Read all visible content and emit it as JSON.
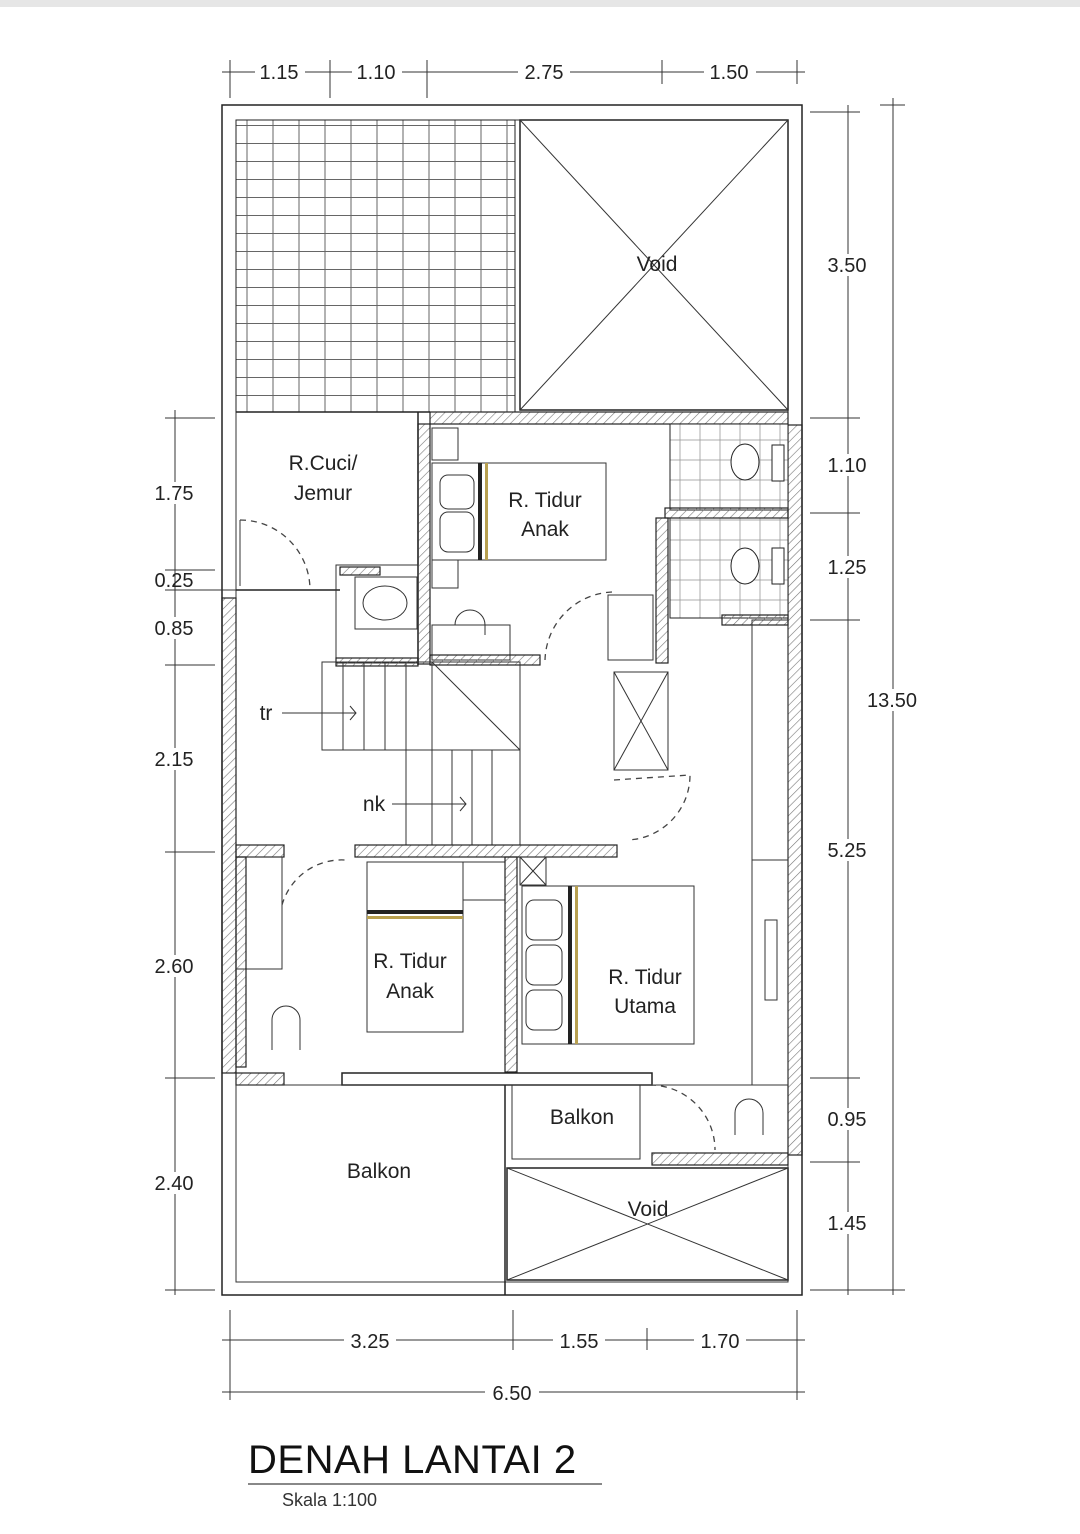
{
  "title": "DENAH LANTAI 2",
  "scale": "Skala 1:100",
  "rooms": {
    "void_top": "Void",
    "laundry_1": "R.Cuci/",
    "laundry_2": "Jemur",
    "kids_bed_top_1": "R. Tidur",
    "kids_bed_top_2": "Anak",
    "kids_bed_bottom_1": "R. Tidur",
    "kids_bed_bottom_2": "Anak",
    "master_bed_1": "R. Tidur",
    "master_bed_2": "Utama",
    "balcony_small": "Balkon",
    "balcony_large": "Balkon",
    "void_bottom": "Void",
    "stair_up": "tr",
    "stair_down": "nk"
  },
  "dimensions": {
    "top": [
      "1.15",
      "1.10",
      "2.75",
      "1.50"
    ],
    "left": [
      "1.75",
      "0.25",
      "0.85",
      "2.15",
      "2.60",
      "2.40"
    ],
    "right": [
      "3.50",
      "1.10",
      "1.25",
      "5.25",
      "0.95",
      "1.45"
    ],
    "right_total": "13.50",
    "bottom": [
      "3.25",
      "1.55",
      "1.70"
    ],
    "bottom_total": "6.50"
  },
  "colors": {
    "line": "#222222",
    "bed_accent": "#b8a050"
  }
}
